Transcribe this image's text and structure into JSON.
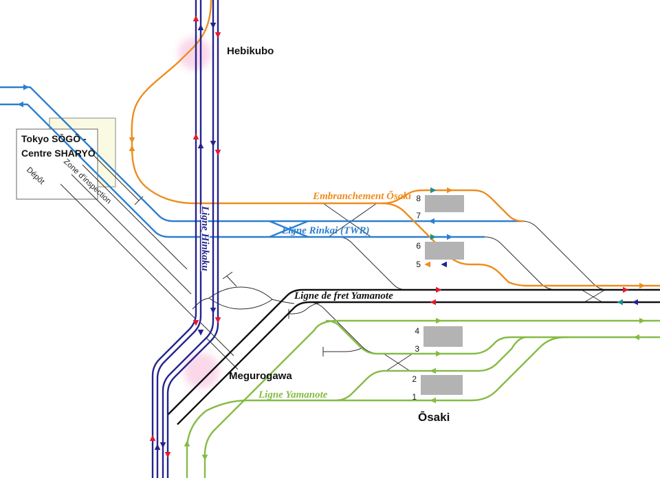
{
  "diagram": {
    "stations": {
      "hebikubo": "Hebikubo",
      "megurogawa": "Megurogawa",
      "osaki": "Ōsaki"
    },
    "lines": {
      "hinkaku": {
        "label": "Ligne Hinkaku",
        "color": "#23238f"
      },
      "rinkai": {
        "label": "Ligne Rinkai (TWR)",
        "color": "#2b7fd0"
      },
      "embranchement": {
        "label": "Embranchement Ōsaki",
        "color": "#ee8c1e"
      },
      "fret": {
        "label": "Ligne de fret Yamanote",
        "color": "#111111"
      },
      "yamanote": {
        "label": "Ligne Yamanote",
        "color": "#85bb45"
      }
    },
    "depot": {
      "title_line1": "Tokyo SŌGŌ -",
      "title_line2": "Centre SHARYŌ",
      "area1": "Dépôt",
      "area2": "Zone d'inspection"
    },
    "platforms": [
      "8",
      "7",
      "6",
      "5",
      "4",
      "3",
      "2",
      "1"
    ],
    "colors": {
      "red": "#e31a2c",
      "teal": "#1b8f8f",
      "halo_pink": "#f6b9d8",
      "platform_gray": "#b3b3b3",
      "depot_fill": "#ffffff",
      "inspection_fill": "#fafae2"
    }
  }
}
